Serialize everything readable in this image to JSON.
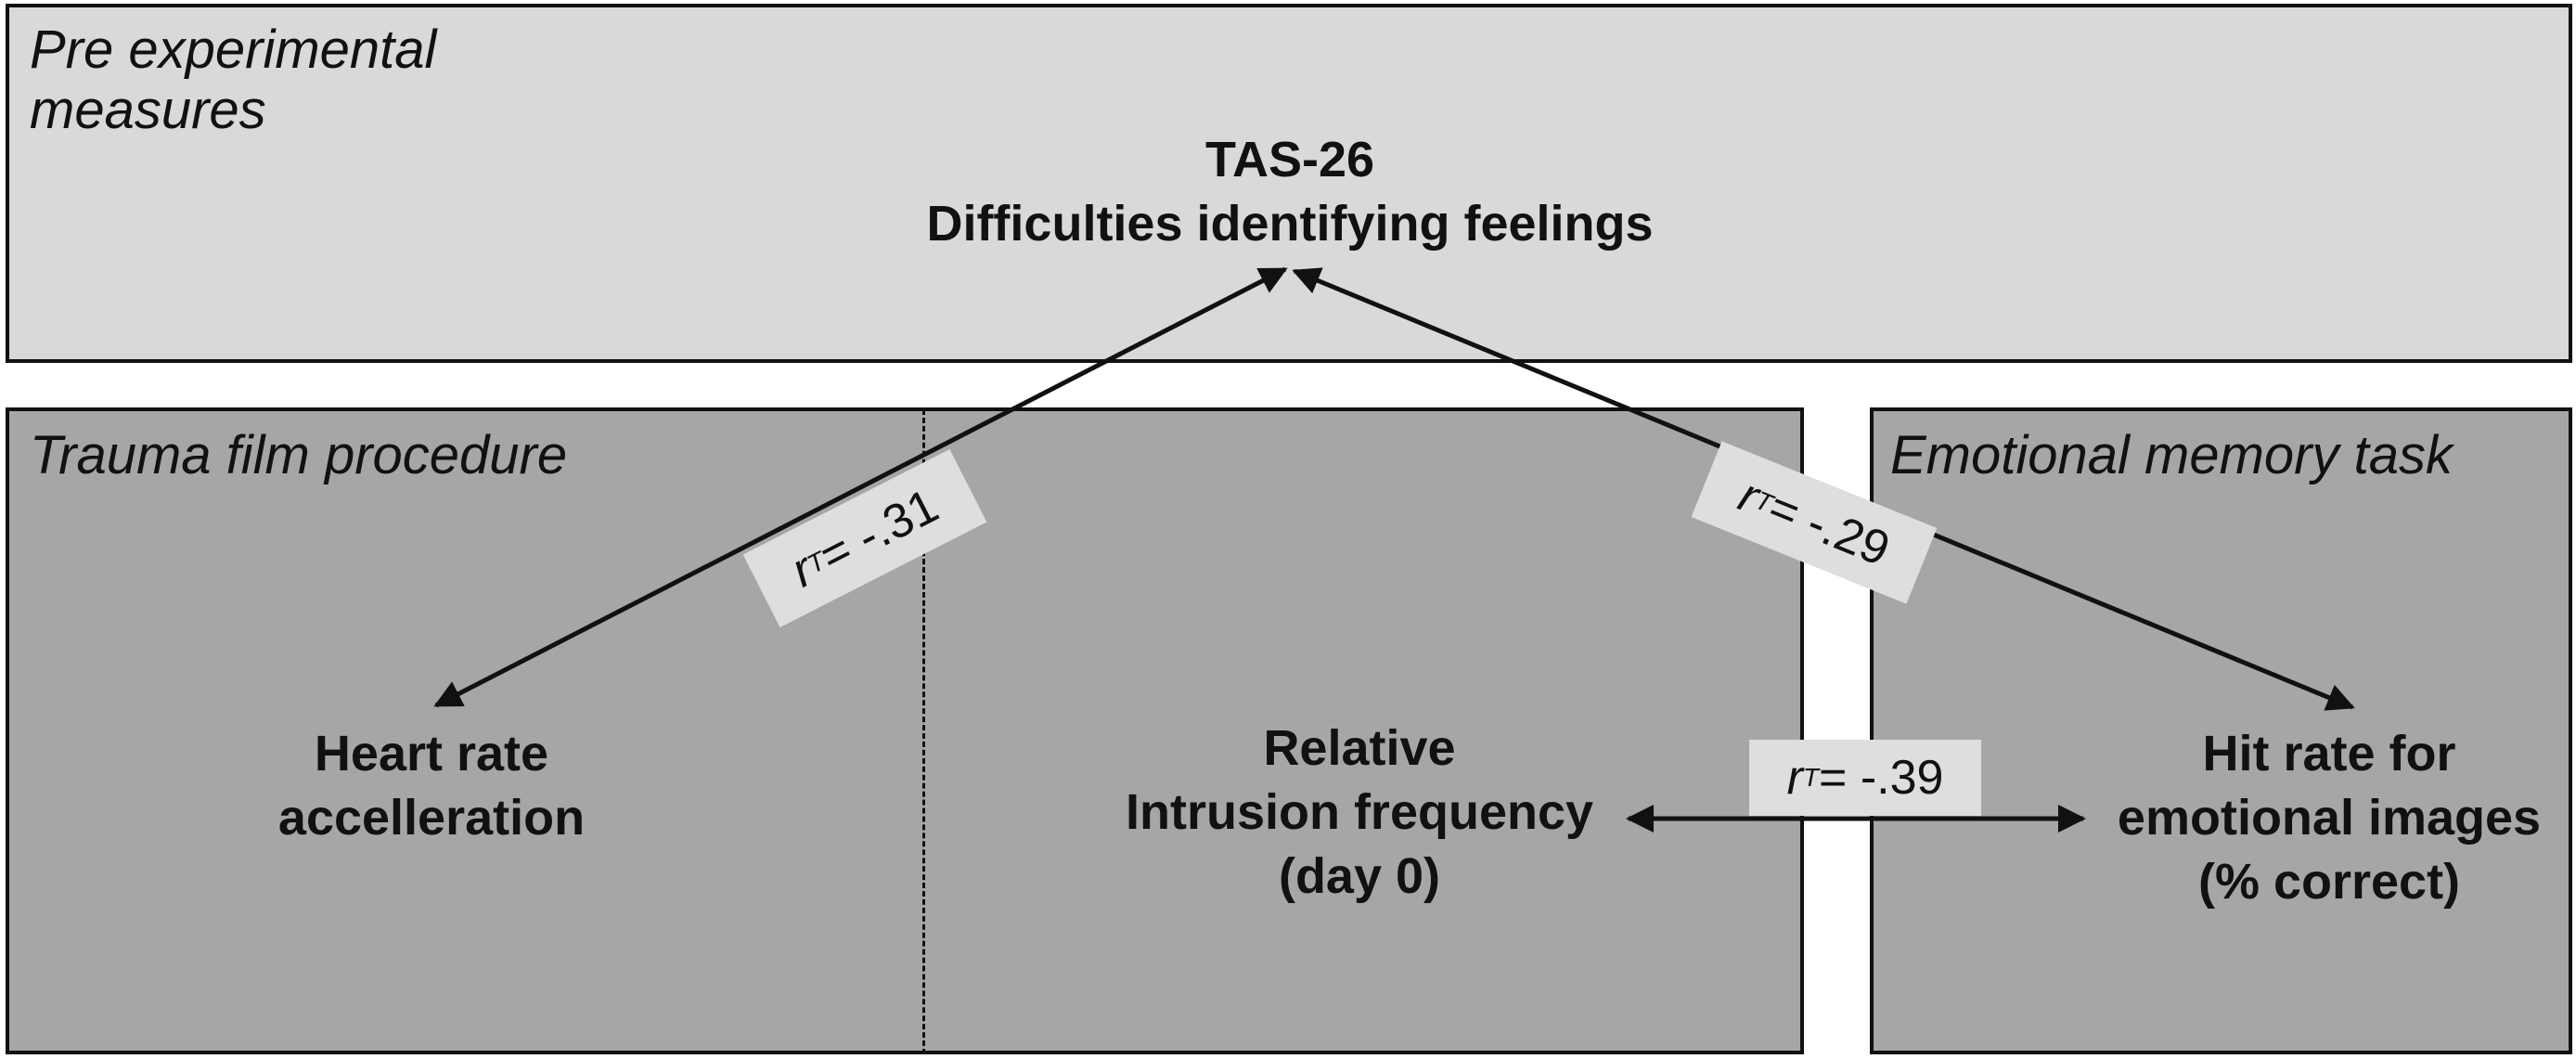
{
  "panels": {
    "pre": "Pre experimental\nmeasures",
    "trauma": "Trauma film procedure",
    "emotional": "Emotional memory task"
  },
  "nodes": {
    "tas": [
      "TAS-26",
      "Difficulties identifying feelings"
    ],
    "heart": [
      "Heart rate",
      "accelleration"
    ],
    "intrusion": [
      "Relative",
      "Intrusion frequency",
      "(day 0)"
    ],
    "hit": [
      "Hit rate for",
      "emotional images",
      "(% correct)"
    ]
  },
  "correlations": {
    "symbol": "r",
    "subscript": "T",
    "heart_tas": "= -.31",
    "hit_tas": "= -.29",
    "intrusion_hit": "= -.39"
  },
  "colors": {
    "top_panel": "#d9d9d9",
    "bottom_panels": "#a6a6a6",
    "label_box": "#dedede",
    "ink": "#111111"
  }
}
